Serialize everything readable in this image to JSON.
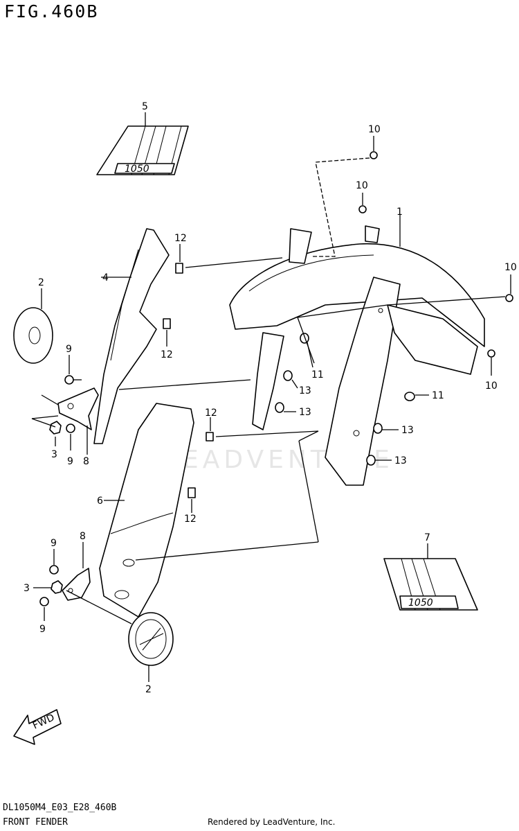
{
  "figure": {
    "title": "FIG.460B",
    "watermark": "LEADVENTURE",
    "model_code": "DL1050M4_E03_E28_460B",
    "name": "FRONT FENDER",
    "credit": "Rendered by LeadVenture, Inc."
  },
  "emblems": {
    "upper_badge": "1050",
    "lower_badge": "1050",
    "fwd_arrow": "FWD"
  },
  "callouts": {
    "c1": "1",
    "c2_upper": "2",
    "c2_lower": "2",
    "c3_upper": "3",
    "c3_lower": "3",
    "c4": "4",
    "c5": "5",
    "c6": "6",
    "c7": "7",
    "c8_upper": "8",
    "c8_lower": "8",
    "c9_a": "9",
    "c9_b": "9",
    "c9_c": "9",
    "c9_d": "9",
    "c10_a": "10",
    "c10_b": "10",
    "c10_c": "10",
    "c10_d": "10",
    "c11_a": "11",
    "c11_b": "11",
    "c12_a": "12",
    "c12_b": "12",
    "c12_c": "12",
    "c12_d": "12",
    "c13_a": "13",
    "c13_b": "13",
    "c13_c": "13",
    "c13_d": "13"
  }
}
